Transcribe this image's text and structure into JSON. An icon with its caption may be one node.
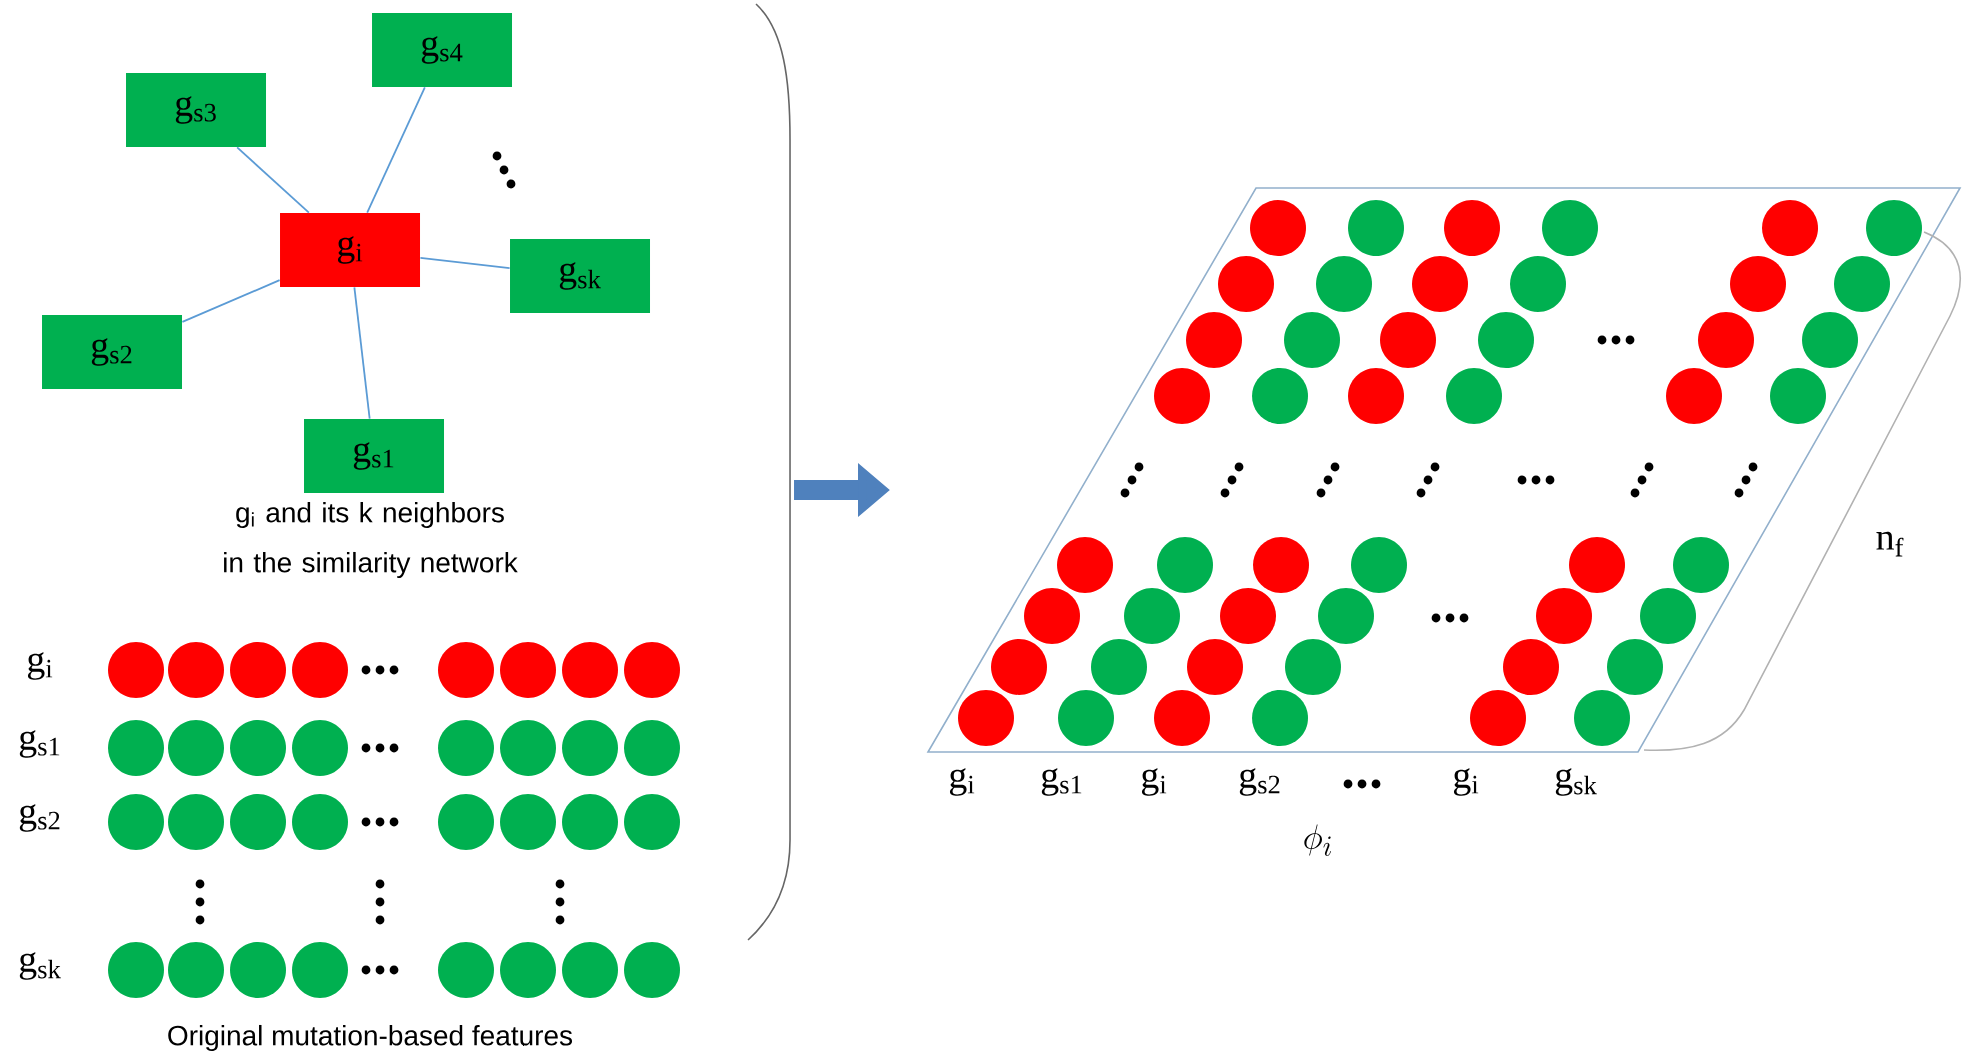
{
  "diagram": {
    "nodes": [
      {
        "text": [
          "g$_{s4}$"
        ]
      },
      {
        "text": [
          "g$_{s3}$"
        ]
      },
      {
        "text": [
          "g$_{i}$"
        ]
      },
      {
        "text": [
          "g$_{sk}$"
        ]
      },
      {
        "text": [
          "g$_{s2}$"
        ]
      },
      {
        "text": [
          "g$_{s1}$"
        ]
      }
    ],
    "edges": [
      {
        "from": 2,
        "to": 0,
        "arrow": "none"
      },
      {
        "from": 2,
        "to": 1,
        "arrow": "none"
      },
      {
        "from": 2,
        "to": 3,
        "arrow": "none"
      },
      {
        "from": 2,
        "to": 4,
        "arrow": "none"
      },
      {
        "from": 2,
        "to": 5,
        "arrow": "none"
      }
    ],
    "labels": [
      "g$_{i}$ and its k neighbors in the similarity network",
      "g$_{i}$",
      "g$_{s1}$",
      "g$_{s2}$",
      "g$_{sk}$",
      "Original mutation-based features",
      "n$_{f}$",
      "g$_{i}$",
      "g$_{s1}$",
      "g$_{i}$",
      "g$_{s2}$",
      "g$_{i}$",
      "g$_{sk}$",
      "\\phi_i"
    ]
  }
}
